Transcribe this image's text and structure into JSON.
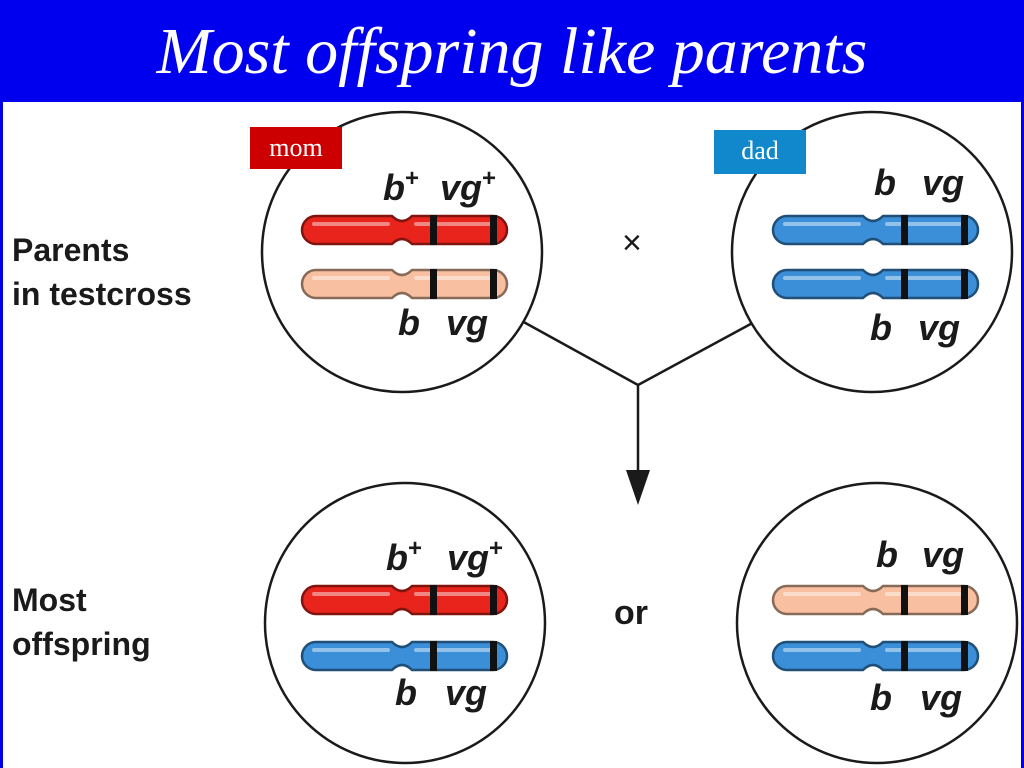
{
  "header": {
    "title": "Most offspring like parents"
  },
  "labels": {
    "parents_line1": "Parents",
    "parents_line2": "in testcross",
    "offspring_line1": "Most",
    "offspring_line2": "offspring",
    "cross_symbol": "×",
    "or": "or"
  },
  "tags": {
    "mom": {
      "text": "mom",
      "color": "#cc0000"
    },
    "dad": {
      "text": "dad",
      "color": "#1188cc"
    }
  },
  "colors": {
    "red": "#e8241c",
    "pink": "#f8c0a0",
    "blue": "#3a8fd8",
    "title_bg": "#0000ee"
  },
  "genes": {
    "b_plus": "b",
    "vg_plus": "vg",
    "plus": "+",
    "b": "b",
    "vg": "vg"
  }
}
